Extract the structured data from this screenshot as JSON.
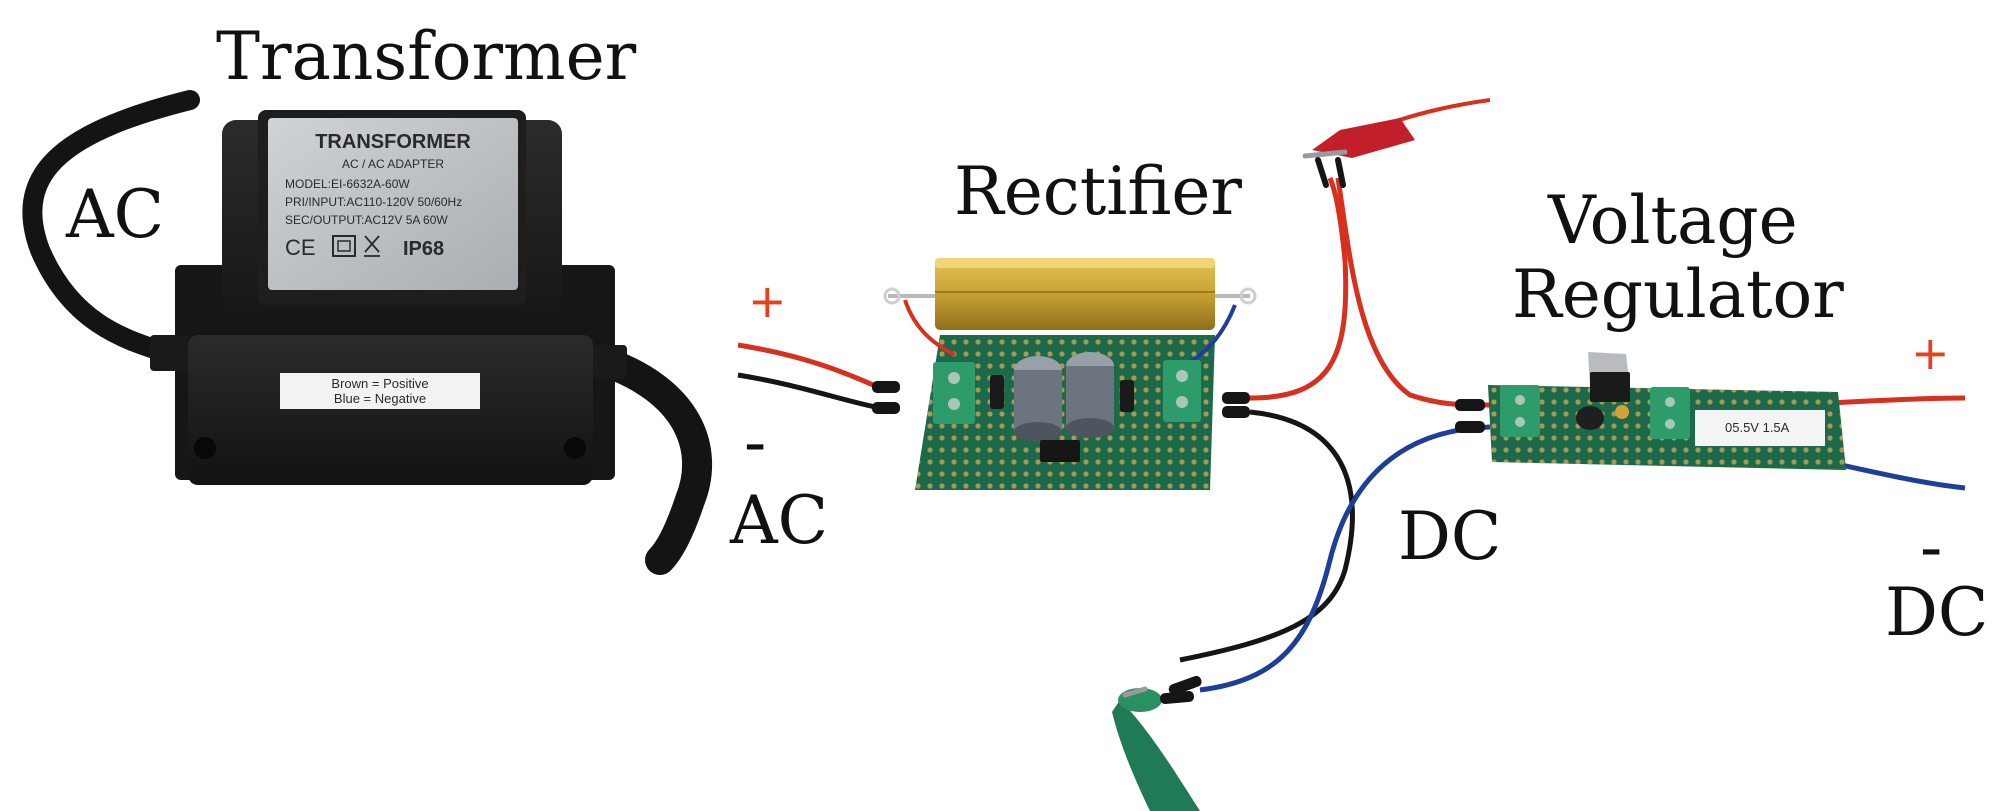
{
  "labels": {
    "transformer_title": "Transformer",
    "rectifier_title": "Rectifier",
    "regulator_title_1": "Voltage",
    "regulator_title_2": "Regulator",
    "ac_input": "AC",
    "ac_output": "AC",
    "dc_mid": "DC",
    "dc_out": "DC",
    "plus_left": "+",
    "minus_left": "-",
    "plus_right": "+",
    "minus_right": "-"
  },
  "transformer_plate": {
    "line1": "TRANSFORMER",
    "line2": "AC / AC ADAPTER",
    "line3": "MODEL:EI-6632A-60W",
    "line4": "PRI/INPUT:AC110-120V 50/60Hz",
    "line5": "SEC/OUTPUT:AC12V 5A 60W",
    "line6": "CE",
    "line7": "IP68"
  },
  "wire_sticker": {
    "line1": "Brown = Positive",
    "line2": "Blue = Negative"
  },
  "regulator_sticker": "05.5V 1.5A",
  "colors": {
    "plus_sign": "#e8401c",
    "wire_red": "#d8301e",
    "wire_blue": "#1d3f9a",
    "wire_black": "#151515",
    "pcb_green": "#1d6a4a",
    "terminal_green": "#2d9c6a",
    "resistor_gold": "#c8a233",
    "clip_red": "#c1202a",
    "clip_green": "#1f7a55"
  }
}
